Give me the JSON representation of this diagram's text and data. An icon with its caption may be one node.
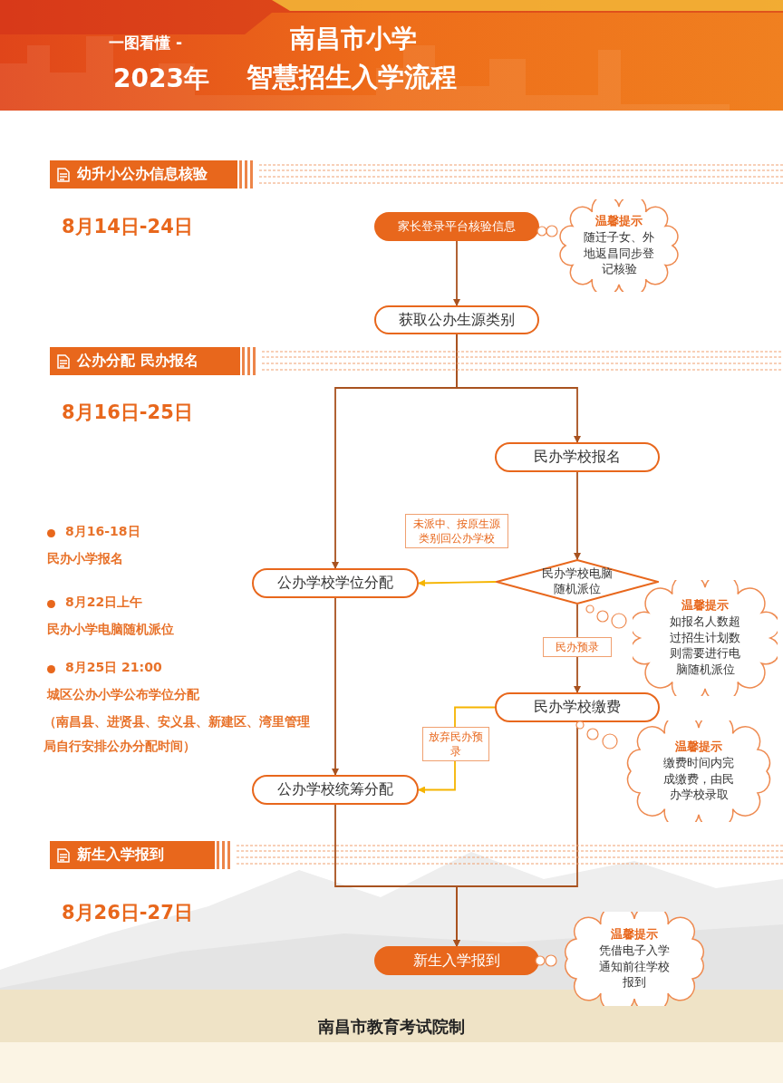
{
  "diagram": {
    "caption": "南昌市教育考试院制",
    "nodes": [
      {
        "text": [
          "家长登录平台核验信息"
        ]
      },
      {
        "text": [
          "温馨提示",
          "随迁子女、外地返昌同步登记核验"
        ]
      },
      {
        "text": [
          "获取公办生源类别"
        ]
      },
      {
        "text": [
          "民办学校报名"
        ]
      },
      {
        "text": [
          "公办学校学位分配"
        ]
      },
      {
        "text": [
          "民办学校电脑随机派位"
        ]
      },
      {
        "text": [
          "温馨提示",
          "如报名人数超过招生计划数则需要进行电脑随机派位"
        ]
      },
      {
        "text": [
          "民办学校缴费"
        ]
      },
      {
        "text": [
          "温馨提示",
          "缴费时间内完成缴费，由民办学校录取"
        ]
      },
      {
        "text": [
          "公办学校统筹分配"
        ]
      },
      {
        "text": [
          "新生入学报到"
        ]
      },
      {
        "text": [
          "温馨提示",
          "凭借电子入学通知前往学校报到"
        ]
      }
    ],
    "edges": [
      {
        "from": 0,
        "to": 2,
        "arrow": "to"
      },
      {
        "from": 2,
        "to": 3,
        "arrow": "to"
      },
      {
        "from": 2,
        "to": 4,
        "arrow": "to"
      },
      {
        "from": 3,
        "to": 5,
        "arrow": "to"
      },
      {
        "from": 5,
        "to": 4,
        "arrow": "to",
        "label": "未派中、按原生源类别回公办学校",
        "color": "#f5b400"
      },
      {
        "from": 5,
        "to": 7,
        "arrow": "to",
        "label": "民办预录"
      },
      {
        "from": 7,
        "to": 9,
        "arrow": "to",
        "label": "放弃民办预录",
        "color": "#f5b400"
      },
      {
        "from": 4,
        "to": 9,
        "arrow": "to"
      },
      {
        "from": 9,
        "to": 10,
        "arrow": "to"
      },
      {
        "from": 7,
        "to": 10,
        "arrow": "to"
      }
    ],
    "labels": [
      "一图看懂 -",
      "南昌市小学",
      "2023年",
      "智慧招生入学流程",
      "幼升小公办信息核验",
      "8月14日-24日",
      "公办分配 民办报名",
      "8月16日-25日",
      "8月16-18日",
      "民办小学报名",
      "8月22日上午",
      "民办小学电脑随机派位",
      "8月25日 21:00",
      "城区公办小学公布学位分配",
      "（南昌县、进贤县、安义县、新建区、湾里管理局自行安排公办分配时间）",
      "新生入学报到",
      "8月26日-27日"
    ]
  }
}
